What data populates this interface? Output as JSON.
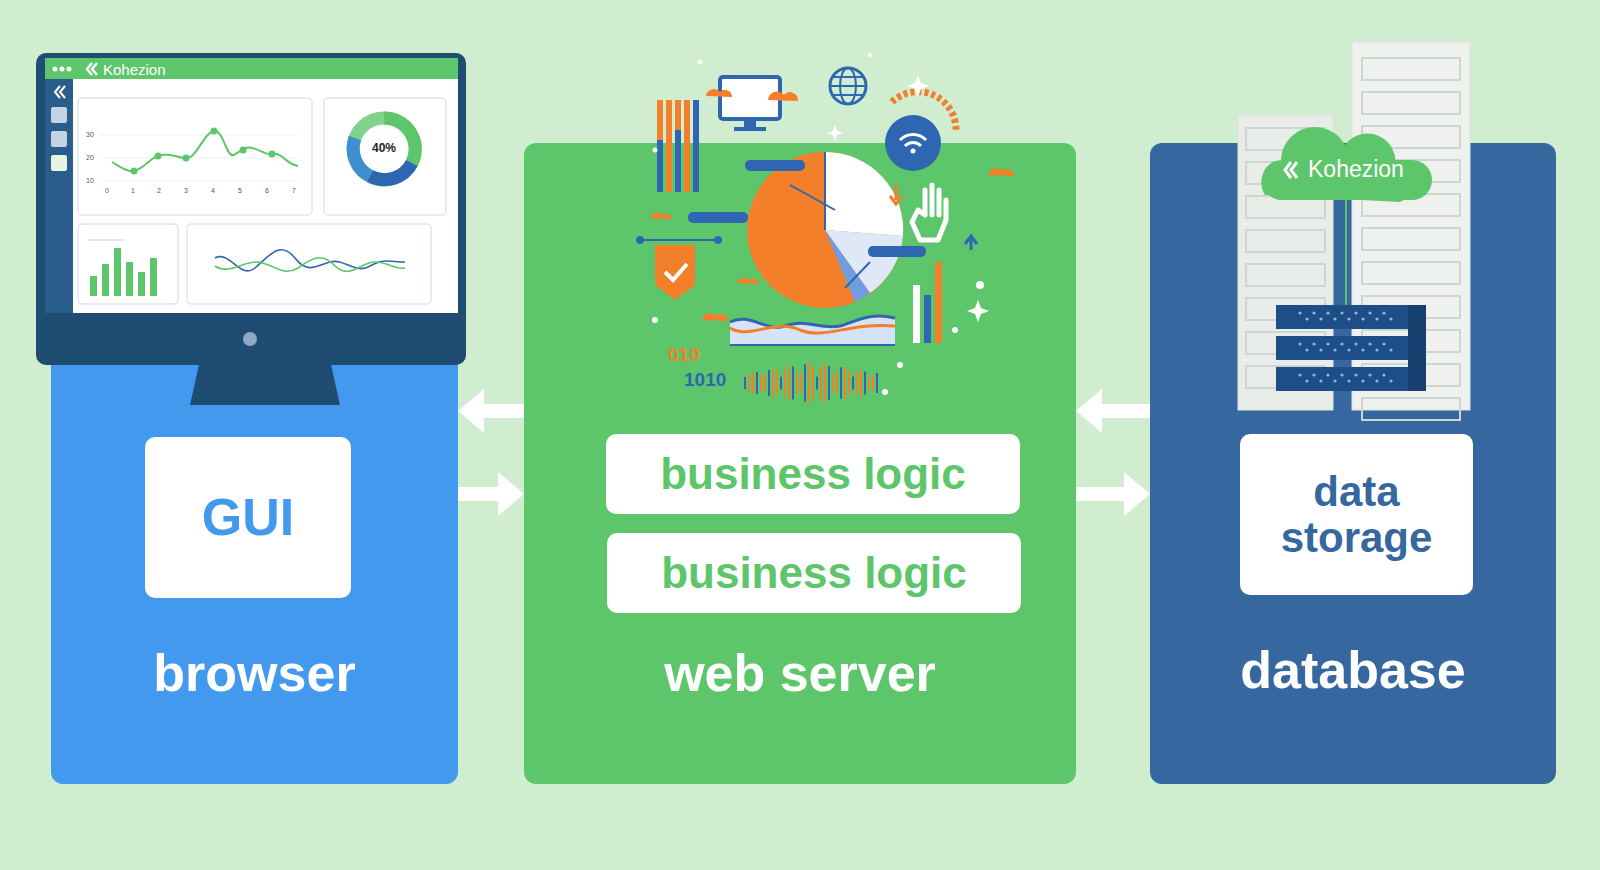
{
  "diagram": {
    "nodes": [
      {
        "text": [
          "browser"
        ]
      },
      {
        "text": [
          "GUI"
        ],
        "in": 0
      },
      {
        "text": [
          "web server"
        ]
      },
      {
        "text": [
          "business logic"
        ],
        "in": 2
      },
      {
        "text": [
          "business logic"
        ],
        "in": 2
      },
      {
        "text": [
          "database"
        ]
      },
      {
        "text": [
          "data storage"
        ],
        "in": 5
      }
    ],
    "edges": [
      {
        "from": 2,
        "to": 0,
        "arrow": "to"
      },
      {
        "from": 0,
        "to": 2,
        "arrow": "to"
      },
      {
        "from": 5,
        "to": 2,
        "arrow": "to"
      },
      {
        "from": 2,
        "to": 5,
        "arrow": "to"
      }
    ],
    "labels": [
      "Kohezion",
      "30",
      "20",
      "10",
      "0",
      "1",
      "2",
      "3",
      "4",
      "5",
      "6",
      "7",
      "40%",
      "010",
      "1010",
      "Kohezion"
    ]
  }
}
